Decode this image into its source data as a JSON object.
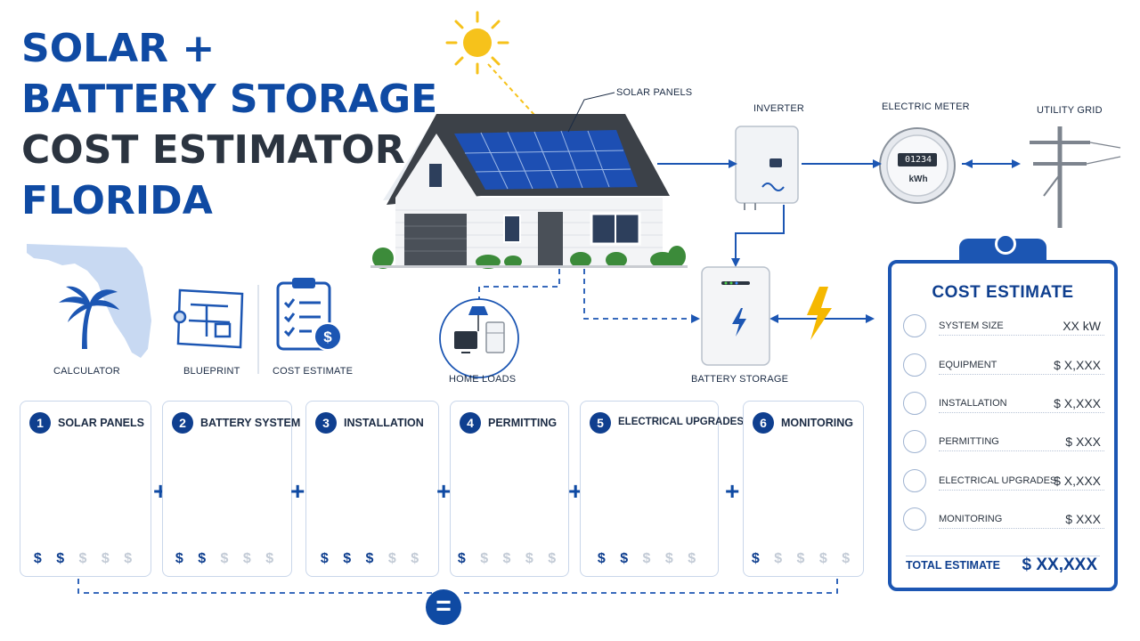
{
  "title": {
    "line1": "SOLAR +",
    "line2": "BATTERY STORAGE",
    "line3": "COST ESTIMATOR",
    "line4": "FLORIDA"
  },
  "diagram": {
    "solar_panels": "SOLAR PANELS",
    "inverter": "INVERTER",
    "electric_meter": "ELECTRIC METER",
    "meter_reading": "01234",
    "meter_unit": "kWh",
    "utility_grid": "UTILITY GRID",
    "home_loads": "HOME LOADS",
    "battery_storage": "BATTERY STORAGE"
  },
  "left_icons": {
    "calculator": "CALCULATOR",
    "blueprint": "BLUEPRINT",
    "cost_estimate": "COST ESTIMATE"
  },
  "steps": [
    {
      "num": "1",
      "name": "SOLAR PANELS",
      "cost_on": "$ $",
      "cost_off": "$ $ $"
    },
    {
      "num": "2",
      "name": "BATTERY SYSTEM",
      "cost_on": "$ $",
      "cost_off": "$ $ $"
    },
    {
      "num": "3",
      "name": "INSTALLATION",
      "cost_on": "$ $ $",
      "cost_off": "$ $"
    },
    {
      "num": "4",
      "name": "PERMITTING",
      "cost_on": "$",
      "cost_off": "$ $ $ $"
    },
    {
      "num": "5",
      "name": "ELECTRICAL UPGRADES",
      "cost_on": "$ $",
      "cost_off": "$ $ $"
    },
    {
      "num": "6",
      "name": "MONITORING",
      "cost_on": "$",
      "cost_off": "$ $ $ $"
    }
  ],
  "operators": {
    "plus": "+",
    "equals": "="
  },
  "estimate": {
    "title": "COST ESTIMATE",
    "rows": [
      {
        "label": "SYSTEM SIZE",
        "value": "XX kW"
      },
      {
        "label": "EQUIPMENT",
        "value": "$ X,XXX"
      },
      {
        "label": "INSTALLATION",
        "value": "$ X,XXX"
      },
      {
        "label": "PERMITTING",
        "value": "$ XXX"
      },
      {
        "label": "ELECTRICAL UPGRADES",
        "value": "$ X,XXX"
      },
      {
        "label": "MONITORING",
        "value": "$ XXX"
      }
    ],
    "total_label": "TOTAL ESTIMATE",
    "total_value": "$ XX,XXX"
  },
  "colors": {
    "brand": "#0f4aa3",
    "dark": "#2b3440",
    "sun": "#f6c21b",
    "bolt": "#f5b800"
  }
}
